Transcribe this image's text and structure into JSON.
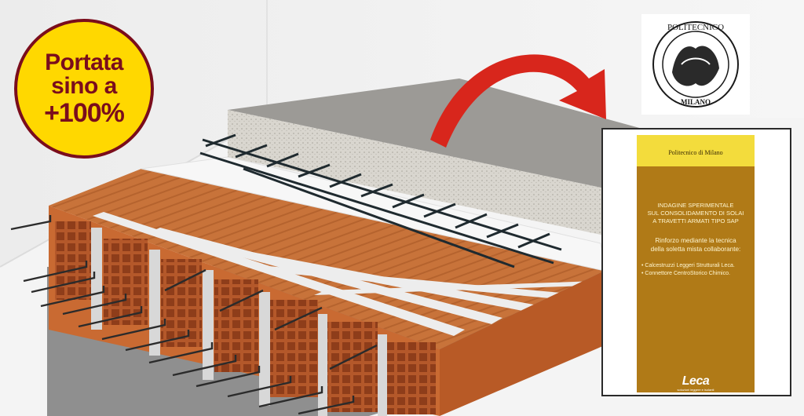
{
  "badge": {
    "line1": "Portata",
    "line2": "sino a",
    "line3": "+100%"
  },
  "logo": {
    "top_text": "POLITECNICO",
    "bottom_text": "MILANO"
  },
  "document": {
    "publisher": "Politecnico di Milano",
    "title_lines": [
      "INDAGINE SPERIMENTALE",
      "SUL CONSOLIDAMENTO DI SOLAI",
      "A TRAVETTI ARMATI TIPO SAP"
    ],
    "subtitle_lines": [
      "Rinforzo mediante la tecnica",
      "della soletta mista collaborante:"
    ],
    "items": [
      "Calcestruzzi Leggeri Strutturali Leca.",
      "Connettore CentroStorico Chimico."
    ],
    "brand": "Leca",
    "brand_tagline": "soluzioni leggere e isolanti"
  },
  "colors": {
    "badge_fill": "#ffd800",
    "badge_text": "#7a0d1c",
    "doc_cover": "#b07a17",
    "doc_header": "#f3dc3c",
    "arrow": "#d8261c",
    "brick": "#c8733a",
    "slab": "#9c9a96"
  }
}
